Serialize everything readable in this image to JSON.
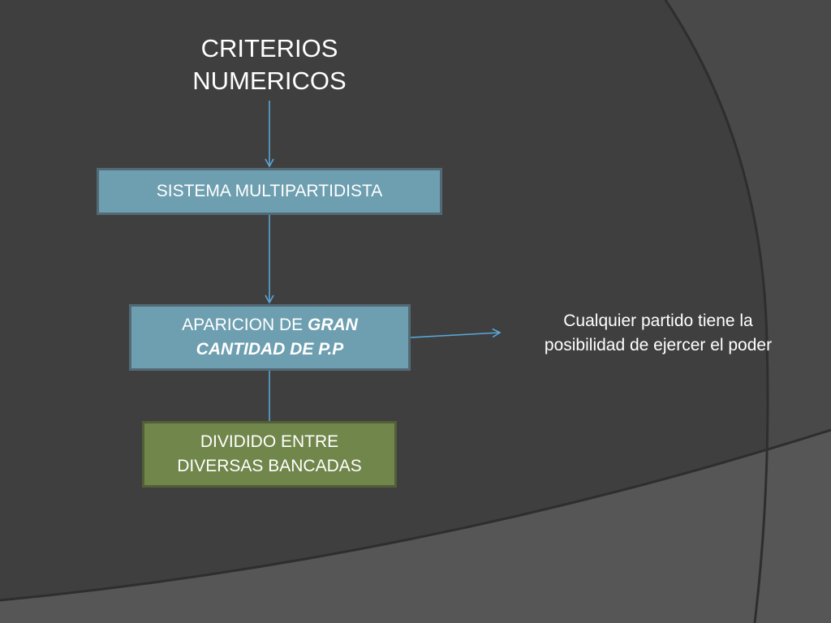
{
  "title": {
    "line1": "CRITERIOS",
    "line2": "NUMERICOS"
  },
  "nodes": {
    "sistema": {
      "label": "SISTEMA MULTIPARTIDISTA"
    },
    "aparicion": {
      "label_plain": "APARICION DE ",
      "label_emph_1": "GRAN",
      "label_emph_2": "CANTIDAD DE P.P"
    },
    "dividido": {
      "line1": "DIVIDIDO ENTRE",
      "line2": "DIVERSAS BANCADAS"
    }
  },
  "note": {
    "line1": "Cualquier partido tiene la",
    "line2": "posibilidad de ejercer el poder"
  },
  "colors": {
    "background": "#3f3f3f",
    "box_teal": "#6d9fb0",
    "box_green": "#71864a",
    "connector": "#5aa6d6"
  }
}
